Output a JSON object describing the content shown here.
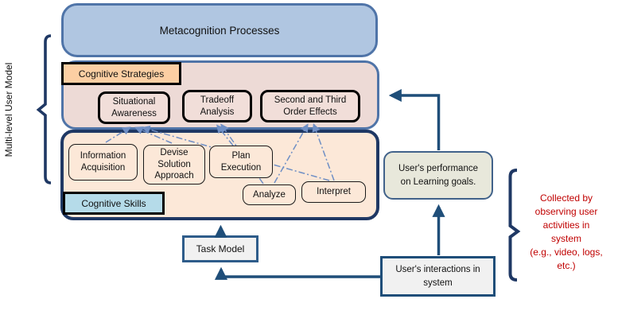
{
  "diagram": {
    "side_label": "Multi-level User Model",
    "metacognition_label": "Metacognition Processes",
    "strategies": {
      "label": "Cognitive Strategies",
      "items": [
        {
          "label": "Situational\nAwareness"
        },
        {
          "label": "Tradeoff\nAnalysis"
        },
        {
          "label": "Second and Third\nOrder Effects"
        }
      ]
    },
    "skills": {
      "label": "Cognitive Skills",
      "items": [
        {
          "label": "Information\nAcquisition"
        },
        {
          "label": "Devise\nSolution\nApproach"
        },
        {
          "label": "Plan\nExecution"
        },
        {
          "label": "Analyze"
        },
        {
          "label": "Interpret"
        }
      ]
    },
    "task_model_label": "Task Model",
    "performance_label": "User's performance\non Learning goals.",
    "interactions_label": "User's interactions in\nsystem",
    "annotation_text": "Collected by\nobserving  user\nactivities in\nsystem\n(e.g., video, logs,\netc.)",
    "colors": {
      "metacognition_fill": "#b0c6e1",
      "blue_border": "#4f74a8",
      "strategies_fill": "#eddad6",
      "strategies_label_fill": "#fccfa3",
      "skills_fill": "#fce8d8",
      "skills_label_fill": "#b5dbe9",
      "dark_navy": "#1f3864",
      "arrow_navy": "#1f4e79",
      "dash_blue": "#6f8fc5",
      "annotation_red": "#c00000",
      "gray_box_fill": "#f1f1f1",
      "performance_fill": "#e8e8db"
    }
  }
}
